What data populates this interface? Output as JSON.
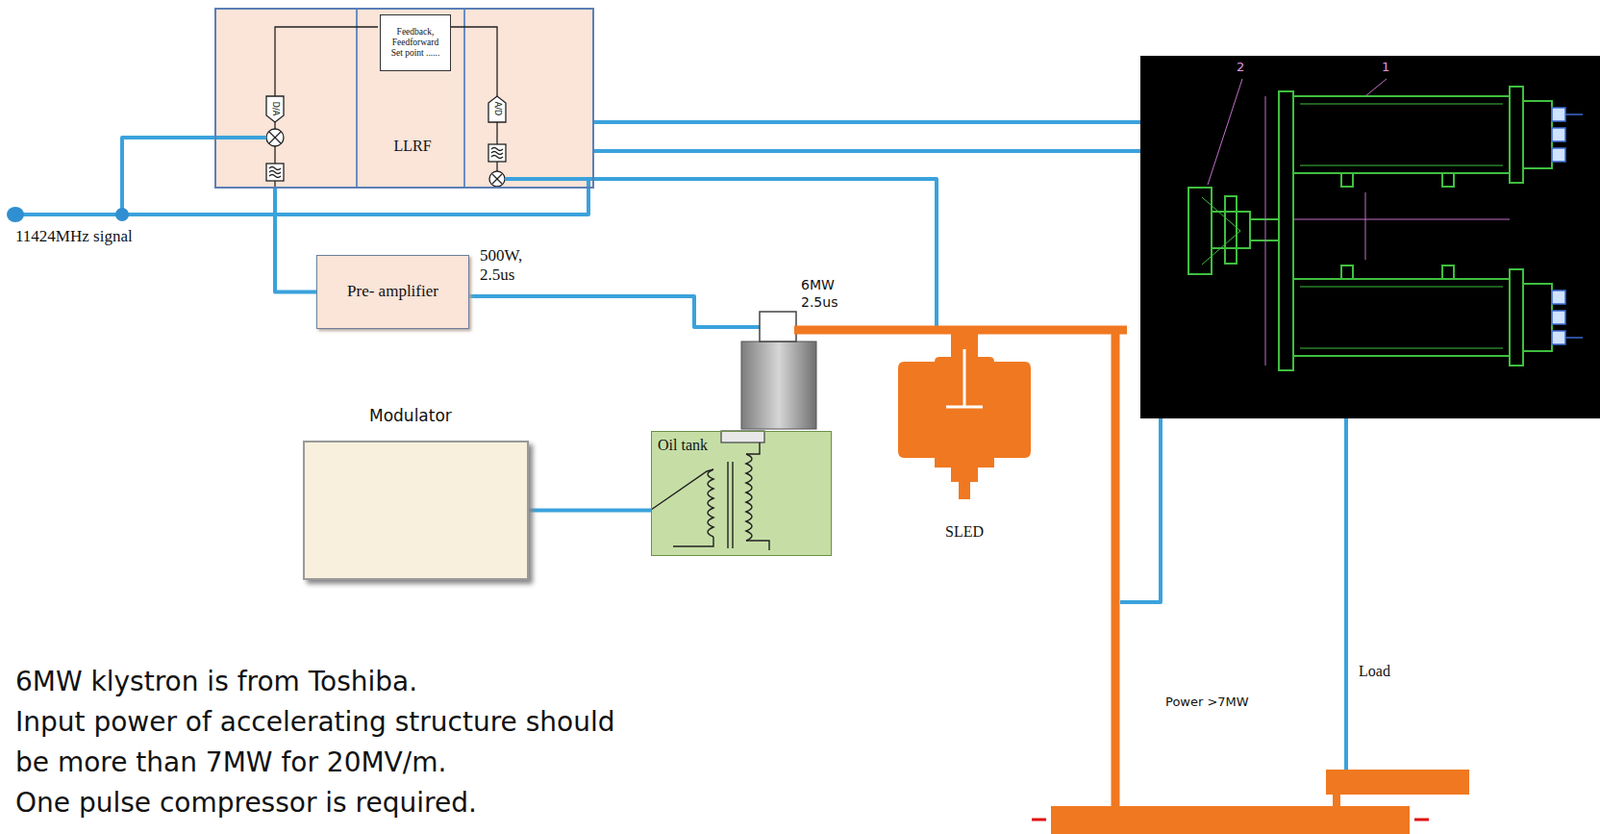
{
  "diagram": {
    "nodes": [
      {
        "text": [
          "LLRF"
        ]
      },
      {
        "text": [
          "Feedback, Feedforward Set point ......"
        ],
        "in": 0
      },
      {
        "text": [
          "Pre- amplifier"
        ]
      },
      {
        "text": [
          "Modulator"
        ]
      },
      {
        "text": [
          "Oil tank"
        ]
      },
      {
        "text": [
          "SLED"
        ]
      },
      {
        "text": [
          "Load"
        ]
      }
    ],
    "edges": [
      {
        "from": 0,
        "to": 2,
        "arrow": "none"
      },
      {
        "from": 3,
        "to": 4,
        "arrow": "none"
      }
    ],
    "labels": [
      "11424MHz signal",
      "D/A",
      "A/D",
      "500W, 2.5us",
      "6MW 2.5us",
      "2",
      "1",
      "Power >7MW",
      "6MW klystron is from Toshiba.",
      "Input power of accelerating structure should be more than 7MW for 20MV/m.",
      "One pulse compressor is required."
    ]
  }
}
